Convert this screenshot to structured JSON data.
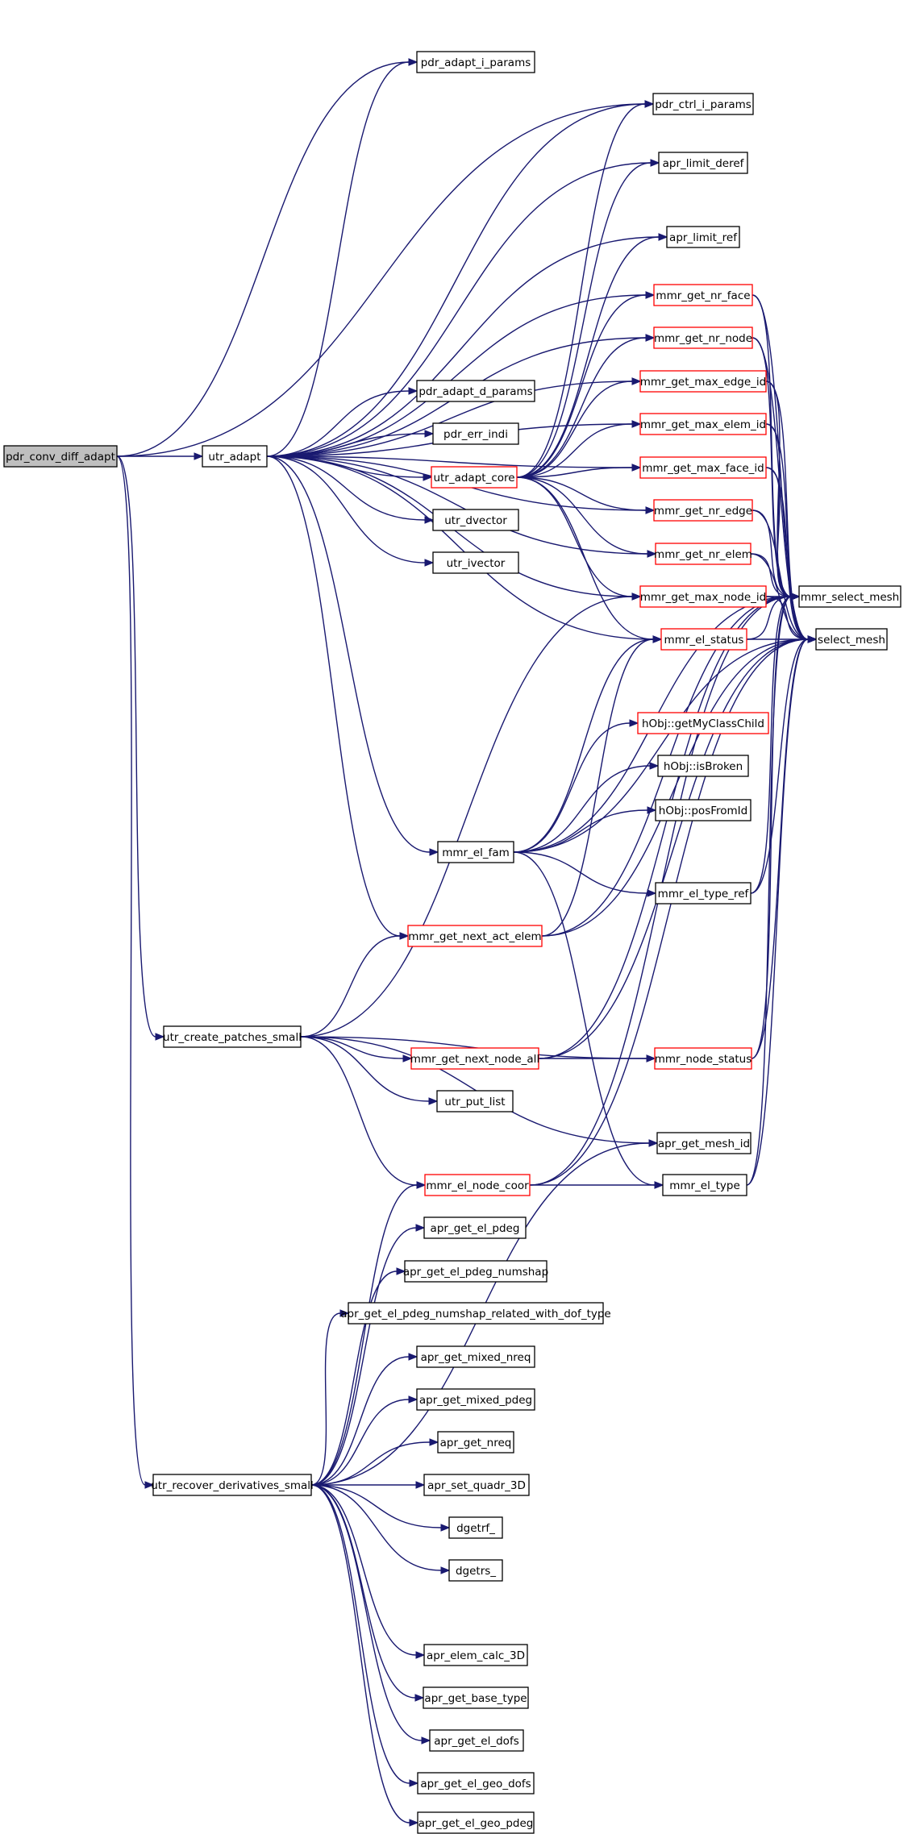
{
  "diagram": {
    "nodes": [
      {
        "id": "pdr_conv_diff_adapt",
        "label": "pdr_conv_diff_adapt",
        "red": false,
        "root": true
      },
      {
        "id": "utr_adapt",
        "label": "utr_adapt",
        "red": false
      },
      {
        "id": "utr_create_patches_small",
        "label": "utr_create_patches_small",
        "red": false
      },
      {
        "id": "utr_recover_derivatives_small",
        "label": "utr_recover_derivatives_small",
        "red": false
      },
      {
        "id": "pdr_adapt_i_params",
        "label": "pdr_adapt_i_params",
        "red": false
      },
      {
        "id": "pdr_ctrl_i_params",
        "label": "pdr_ctrl_i_params",
        "red": false
      },
      {
        "id": "apr_limit_deref",
        "label": "apr_limit_deref",
        "red": false
      },
      {
        "id": "apr_limit_ref",
        "label": "apr_limit_ref",
        "red": false
      },
      {
        "id": "mmr_get_nr_face",
        "label": "mmr_get_nr_face",
        "red": true
      },
      {
        "id": "mmr_get_nr_node",
        "label": "mmr_get_nr_node",
        "red": true
      },
      {
        "id": "mmr_get_max_edge_id",
        "label": "mmr_get_max_edge_id",
        "red": true
      },
      {
        "id": "pdr_adapt_d_params",
        "label": "pdr_adapt_d_params",
        "red": false
      },
      {
        "id": "mmr_get_max_elem_id",
        "label": "mmr_get_max_elem_id",
        "red": true
      },
      {
        "id": "pdr_err_indi",
        "label": "pdr_err_indi",
        "red": false
      },
      {
        "id": "mmr_get_max_face_id",
        "label": "mmr_get_max_face_id",
        "red": true
      },
      {
        "id": "utr_adapt_core",
        "label": "utr_adapt_core",
        "red": true
      },
      {
        "id": "mmr_get_nr_edge",
        "label": "mmr_get_nr_edge",
        "red": true
      },
      {
        "id": "utr_dvector",
        "label": "utr_dvector",
        "red": false
      },
      {
        "id": "mmr_get_nr_elem",
        "label": "mmr_get_nr_elem",
        "red": true
      },
      {
        "id": "utr_ivector",
        "label": "utr_ivector",
        "red": false
      },
      {
        "id": "mmr_get_max_node_id",
        "label": "mmr_get_max_node_id",
        "red": true
      },
      {
        "id": "mmr_select_mesh",
        "label": "mmr_select_mesh",
        "red": false
      },
      {
        "id": "mmr_el_status",
        "label": "mmr_el_status",
        "red": true
      },
      {
        "id": "select_mesh",
        "label": "select_mesh",
        "red": false
      },
      {
        "id": "hObj_getMyClassChild",
        "label": "hObj::getMyClassChild",
        "red": true
      },
      {
        "id": "hObj_isBroken",
        "label": "hObj::isBroken",
        "red": false
      },
      {
        "id": "hObj_posFromId",
        "label": "hObj::posFromId",
        "red": false
      },
      {
        "id": "mmr_el_fam",
        "label": "mmr_el_fam",
        "red": false
      },
      {
        "id": "mmr_el_type_ref",
        "label": "mmr_el_type_ref",
        "red": false
      },
      {
        "id": "mmr_get_next_act_elem",
        "label": "mmr_get_next_act_elem",
        "red": true
      },
      {
        "id": "mmr_get_next_node_all",
        "label": "mmr_get_next_node_all",
        "red": true
      },
      {
        "id": "mmr_node_status",
        "label": "mmr_node_status",
        "red": true
      },
      {
        "id": "utr_put_list",
        "label": "utr_put_list",
        "red": false
      },
      {
        "id": "apr_get_mesh_id",
        "label": "apr_get_mesh_id",
        "red": false
      },
      {
        "id": "mmr_el_node_coor",
        "label": "mmr_el_node_coor",
        "red": true
      },
      {
        "id": "mmr_el_type",
        "label": "mmr_el_type",
        "red": false
      },
      {
        "id": "apr_get_el_pdeg",
        "label": "apr_get_el_pdeg",
        "red": false
      },
      {
        "id": "apr_get_el_pdeg_numshap",
        "label": "apr_get_el_pdeg_numshap",
        "red": false
      },
      {
        "id": "apr_get_el_pdeg_numshap_related_with_dof_type",
        "label": "apr_get_el_pdeg_numshap_related_with_dof_type",
        "red": false
      },
      {
        "id": "apr_get_mixed_nreq",
        "label": "apr_get_mixed_nreq",
        "red": false
      },
      {
        "id": "apr_get_mixed_pdeg",
        "label": "apr_get_mixed_pdeg",
        "red": false
      },
      {
        "id": "apr_get_nreq",
        "label": "apr_get_nreq",
        "red": false
      },
      {
        "id": "apr_set_quadr_3D",
        "label": "apr_set_quadr_3D",
        "red": false
      },
      {
        "id": "dgetrf_",
        "label": "dgetrf_",
        "red": false
      },
      {
        "id": "dgetrs_",
        "label": "dgetrs_",
        "red": false
      },
      {
        "id": "apr_elem_calc_3D",
        "label": "apr_elem_calc_3D",
        "red": false
      },
      {
        "id": "apr_get_base_type",
        "label": "apr_get_base_type",
        "red": false
      },
      {
        "id": "apr_get_el_dofs",
        "label": "apr_get_el_dofs",
        "red": false
      },
      {
        "id": "apr_get_el_geo_dofs",
        "label": "apr_get_el_geo_dofs",
        "red": false
      },
      {
        "id": "apr_get_el_geo_pdeg",
        "label": "apr_get_el_geo_pdeg",
        "red": false
      }
    ],
    "edges": [
      [
        "pdr_conv_diff_adapt",
        "utr_adapt"
      ],
      [
        "pdr_conv_diff_adapt",
        "pdr_adapt_i_params"
      ],
      [
        "pdr_conv_diff_adapt",
        "pdr_ctrl_i_params"
      ],
      [
        "pdr_conv_diff_adapt",
        "utr_create_patches_small"
      ],
      [
        "pdr_conv_diff_adapt",
        "utr_recover_derivatives_small"
      ],
      [
        "utr_adapt",
        "pdr_adapt_i_params"
      ],
      [
        "utr_adapt",
        "pdr_ctrl_i_params"
      ],
      [
        "utr_adapt",
        "apr_limit_deref"
      ],
      [
        "utr_adapt",
        "apr_limit_ref"
      ],
      [
        "utr_adapt",
        "mmr_get_nr_face"
      ],
      [
        "utr_adapt",
        "mmr_get_nr_node"
      ],
      [
        "utr_adapt",
        "mmr_get_max_edge_id"
      ],
      [
        "utr_adapt",
        "mmr_get_max_elem_id"
      ],
      [
        "utr_adapt",
        "pdr_adapt_d_params"
      ],
      [
        "utr_adapt",
        "pdr_err_indi"
      ],
      [
        "utr_adapt",
        "utr_adapt_core"
      ],
      [
        "utr_adapt",
        "utr_dvector"
      ],
      [
        "utr_adapt",
        "utr_ivector"
      ],
      [
        "utr_adapt",
        "mmr_get_max_face_id"
      ],
      [
        "utr_adapt",
        "mmr_get_nr_edge"
      ],
      [
        "utr_adapt",
        "mmr_get_nr_elem"
      ],
      [
        "utr_adapt",
        "mmr_get_max_node_id"
      ],
      [
        "utr_adapt",
        "mmr_el_status"
      ],
      [
        "utr_adapt",
        "mmr_el_fam"
      ],
      [
        "utr_adapt",
        "mmr_get_next_act_elem"
      ],
      [
        "utr_adapt_core",
        "pdr_ctrl_i_params"
      ],
      [
        "utr_adapt_core",
        "apr_limit_deref"
      ],
      [
        "utr_adapt_core",
        "apr_limit_ref"
      ],
      [
        "utr_adapt_core",
        "mmr_get_nr_face"
      ],
      [
        "utr_adapt_core",
        "mmr_get_nr_node"
      ],
      [
        "utr_adapt_core",
        "mmr_get_max_edge_id"
      ],
      [
        "utr_adapt_core",
        "mmr_get_max_elem_id"
      ],
      [
        "utr_adapt_core",
        "mmr_get_max_face_id"
      ],
      [
        "utr_adapt_core",
        "mmr_get_nr_edge"
      ],
      [
        "utr_adapt_core",
        "mmr_get_nr_elem"
      ],
      [
        "utr_adapt_core",
        "mmr_get_max_node_id"
      ],
      [
        "utr_adapt_core",
        "mmr_el_status"
      ],
      [
        "mmr_get_nr_face",
        "mmr_select_mesh"
      ],
      [
        "mmr_get_nr_face",
        "select_mesh"
      ],
      [
        "mmr_get_nr_node",
        "mmr_select_mesh"
      ],
      [
        "mmr_get_nr_node",
        "select_mesh"
      ],
      [
        "mmr_get_max_edge_id",
        "mmr_select_mesh"
      ],
      [
        "mmr_get_max_edge_id",
        "select_mesh"
      ],
      [
        "mmr_get_max_elem_id",
        "mmr_select_mesh"
      ],
      [
        "mmr_get_max_elem_id",
        "select_mesh"
      ],
      [
        "mmr_get_max_face_id",
        "mmr_select_mesh"
      ],
      [
        "mmr_get_max_face_id",
        "select_mesh"
      ],
      [
        "mmr_get_nr_edge",
        "mmr_select_mesh"
      ],
      [
        "mmr_get_nr_edge",
        "select_mesh"
      ],
      [
        "mmr_get_nr_elem",
        "mmr_select_mesh"
      ],
      [
        "mmr_get_nr_elem",
        "select_mesh"
      ],
      [
        "mmr_get_max_node_id",
        "mmr_select_mesh"
      ],
      [
        "mmr_get_max_node_id",
        "select_mesh"
      ],
      [
        "mmr_el_status",
        "mmr_select_mesh"
      ],
      [
        "mmr_el_status",
        "select_mesh"
      ],
      [
        "mmr_el_fam",
        "mmr_el_status"
      ],
      [
        "mmr_el_fam",
        "hObj_getMyClassChild"
      ],
      [
        "mmr_el_fam",
        "hObj_isBroken"
      ],
      [
        "mmr_el_fam",
        "hObj_posFromId"
      ],
      [
        "mmr_el_fam",
        "mmr_el_type_ref"
      ],
      [
        "mmr_el_fam",
        "mmr_select_mesh"
      ],
      [
        "mmr_el_fam",
        "select_mesh"
      ],
      [
        "mmr_el_fam",
        "mmr_el_type"
      ],
      [
        "mmr_el_type_ref",
        "mmr_select_mesh"
      ],
      [
        "mmr_el_type_ref",
        "select_mesh"
      ],
      [
        "mmr_get_next_act_elem",
        "mmr_el_status"
      ],
      [
        "mmr_get_next_act_elem",
        "mmr_select_mesh"
      ],
      [
        "mmr_get_next_act_elem",
        "select_mesh"
      ],
      [
        "utr_create_patches_small",
        "mmr_get_max_node_id"
      ],
      [
        "utr_create_patches_small",
        "mmr_get_next_act_elem"
      ],
      [
        "utr_create_patches_small",
        "mmr_get_next_node_all"
      ],
      [
        "utr_create_patches_small",
        "mmr_node_status"
      ],
      [
        "utr_create_patches_small",
        "utr_put_list"
      ],
      [
        "utr_create_patches_small",
        "apr_get_mesh_id"
      ],
      [
        "utr_create_patches_small",
        "mmr_el_node_coor"
      ],
      [
        "mmr_get_next_node_all",
        "mmr_node_status"
      ],
      [
        "mmr_get_next_node_all",
        "mmr_select_mesh"
      ],
      [
        "mmr_get_next_node_all",
        "select_mesh"
      ],
      [
        "mmr_node_status",
        "mmr_select_mesh"
      ],
      [
        "mmr_node_status",
        "select_mesh"
      ],
      [
        "mmr_el_node_coor",
        "mmr_el_type"
      ],
      [
        "mmr_el_node_coor",
        "mmr_select_mesh"
      ],
      [
        "mmr_el_node_coor",
        "select_mesh"
      ],
      [
        "mmr_el_type",
        "mmr_select_mesh"
      ],
      [
        "mmr_el_type",
        "select_mesh"
      ],
      [
        "utr_recover_derivatives_small",
        "mmr_el_node_coor"
      ],
      [
        "utr_recover_derivatives_small",
        "apr_get_el_pdeg"
      ],
      [
        "utr_recover_derivatives_small",
        "apr_get_el_pdeg_numshap"
      ],
      [
        "utr_recover_derivatives_small",
        "apr_get_el_pdeg_numshap_related_with_dof_type"
      ],
      [
        "utr_recover_derivatives_small",
        "apr_get_mixed_nreq"
      ],
      [
        "utr_recover_derivatives_small",
        "apr_get_mixed_pdeg"
      ],
      [
        "utr_recover_derivatives_small",
        "apr_get_nreq"
      ],
      [
        "utr_recover_derivatives_small",
        "apr_set_quadr_3D"
      ],
      [
        "utr_recover_derivatives_small",
        "dgetrf_"
      ],
      [
        "utr_recover_derivatives_small",
        "dgetrs_"
      ],
      [
        "utr_recover_derivatives_small",
        "apr_get_mesh_id"
      ],
      [
        "utr_recover_derivatives_small",
        "apr_elem_calc_3D"
      ],
      [
        "utr_recover_derivatives_small",
        "apr_get_base_type"
      ],
      [
        "utr_recover_derivatives_small",
        "apr_get_el_dofs"
      ],
      [
        "utr_recover_derivatives_small",
        "apr_get_el_geo_dofs"
      ],
      [
        "utr_recover_derivatives_small",
        "apr_get_el_geo_pdeg"
      ]
    ]
  }
}
